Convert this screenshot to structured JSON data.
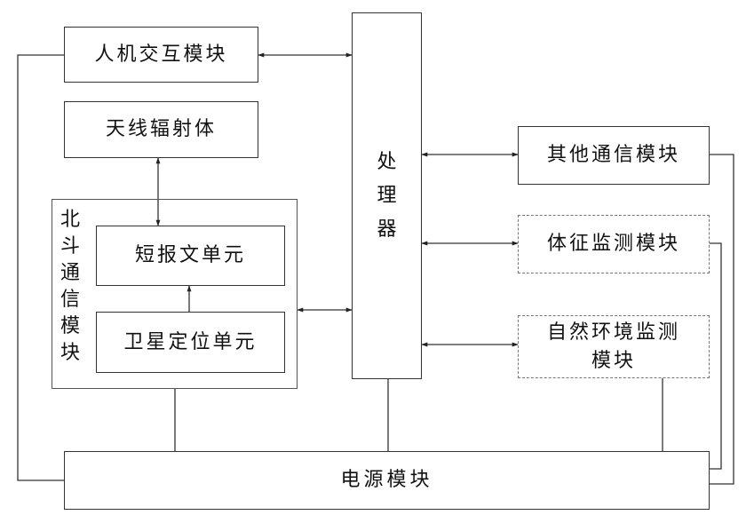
{
  "diagram": {
    "nodes": {
      "hmi": "人机交互模块",
      "antenna": "天线辐射体",
      "beidou_chars": [
        "北",
        "斗",
        "通",
        "信",
        "模",
        "块"
      ],
      "short_msg": "短报文单元",
      "satellite": "卫星定位单元",
      "processor_chars": [
        "处",
        "理",
        "器"
      ],
      "other_comm": "其他通信模块",
      "vital_monitor": "体征监测模块",
      "env_monitor_line1": "自然环境监测",
      "env_monitor_line2": "模块",
      "power": "电源模块"
    },
    "connections": [
      {
        "from": "hmi",
        "to": "processor",
        "type": "bidirectional"
      },
      {
        "from": "antenna",
        "to": "short_msg",
        "type": "bidirectional"
      },
      {
        "from": "satellite",
        "to": "short_msg",
        "type": "directed"
      },
      {
        "from": "beidou",
        "to": "processor",
        "type": "bidirectional"
      },
      {
        "from": "processor",
        "to": "other_comm",
        "type": "bidirectional"
      },
      {
        "from": "processor",
        "to": "vital_monitor",
        "type": "bidirectional"
      },
      {
        "from": "processor",
        "to": "env_monitor",
        "type": "bidirectional"
      },
      {
        "from": "power",
        "to": "beidou",
        "type": "line"
      },
      {
        "from": "power",
        "to": "processor",
        "type": "line"
      },
      {
        "from": "power",
        "to": "env_monitor",
        "type": "line"
      },
      {
        "from": "power",
        "to": "hmi",
        "type": "line"
      },
      {
        "from": "power",
        "to": "other_comm",
        "type": "line"
      },
      {
        "from": "power",
        "to": "vital_monitor",
        "type": "line"
      }
    ],
    "colors": {
      "line": "#333333",
      "dashed_border": "#777777"
    }
  }
}
